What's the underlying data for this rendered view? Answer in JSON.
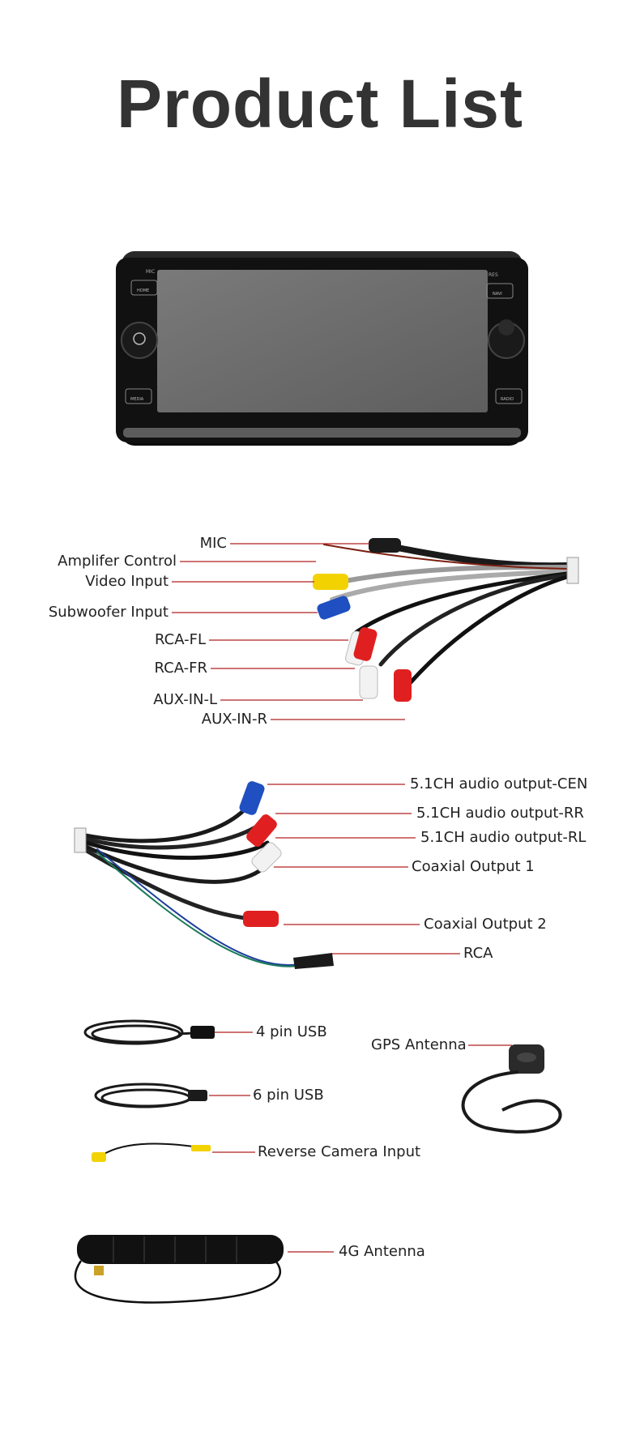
{
  "title": "Product List",
  "head_unit": {
    "left_buttons": [
      "HOME",
      "MEDIA"
    ],
    "right_buttons": [
      "NAVI",
      "RADIO"
    ],
    "top_left_label": "MIC",
    "top_right_label": "RES"
  },
  "harness_1": {
    "labels": [
      "MIC",
      "Amplifer Control",
      "Video Input",
      "Subwoofer Input",
      "RCA-FL",
      "RCA-FR",
      "AUX-IN-L",
      "AUX-IN-R"
    ]
  },
  "harness_2": {
    "labels": [
      "5.1CH audio output-CEN",
      "5.1CH audio output-RR",
      "5.1CH audio output-RL",
      "Coaxial Output 1",
      "Coaxial Output 2",
      "RCA"
    ]
  },
  "accessories": {
    "usb4": "4 pin USB",
    "usb6": "6 pin USB",
    "reverse": "Reverse Camera Input",
    "gps": "GPS Antenna",
    "antenna4g": "4G Antenna"
  },
  "colors": {
    "leader": "#b22222",
    "yellow": "#f2d200",
    "blue": "#1f4fc0",
    "red": "#e02020",
    "white": "#f2f2f2"
  }
}
